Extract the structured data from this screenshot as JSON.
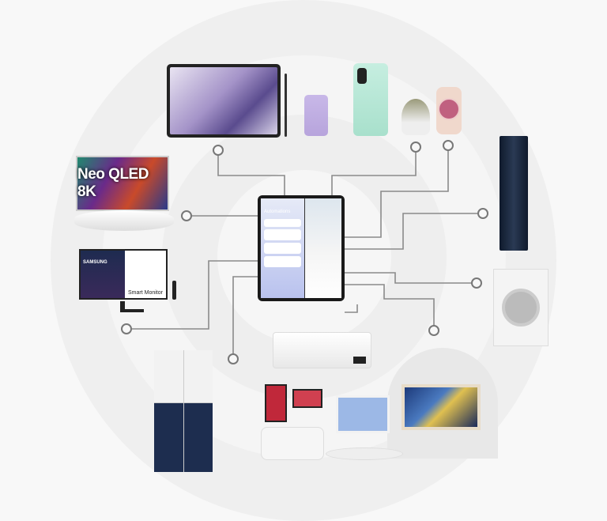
{
  "phone": {
    "screen_title": "Automations"
  },
  "tv": {
    "label": "Neo QLED 8K"
  },
  "monitor": {
    "brand": "SAMSUNG",
    "label": "Smart Monitor"
  },
  "colors": {
    "background": "#f8f8f8",
    "ring_outer": "#efefef",
    "ring_inner": "#f6f6f6",
    "connector": "#8a8a8a",
    "fridge_navy": "#1d2d4f"
  }
}
